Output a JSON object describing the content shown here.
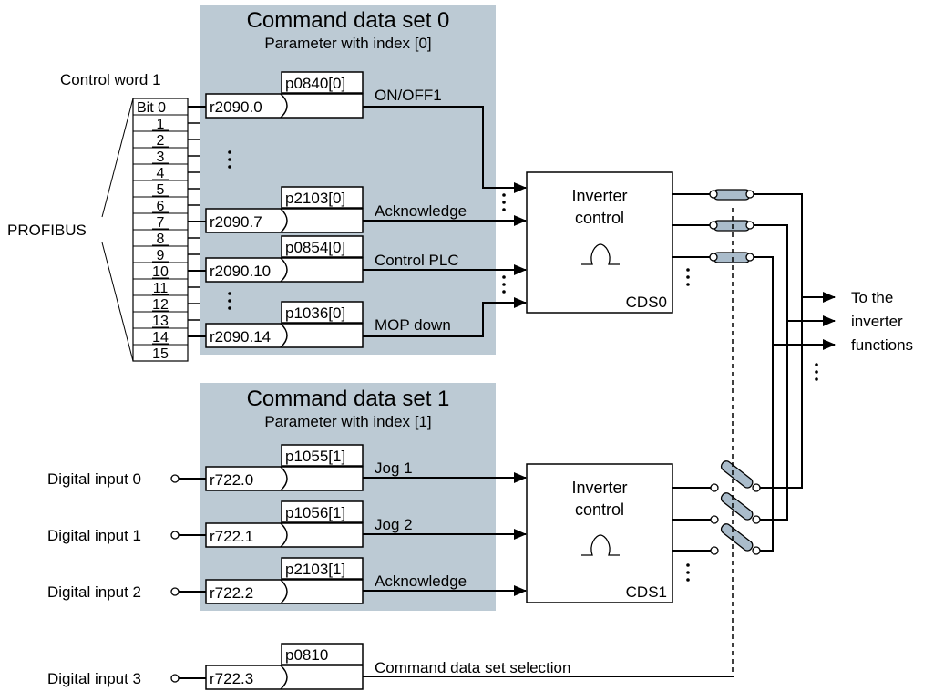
{
  "colors": {
    "panel": "#bccad4",
    "switch_fill": "#aabccb",
    "line": "#000000"
  },
  "cds0": {
    "title": "Command data set 0",
    "subtitle": "Parameter with index [0]",
    "rows": [
      {
        "param": "p0840[0]",
        "source": "r2090.0",
        "signal": "ON/OFF1"
      },
      {
        "param": "p2103[0]",
        "source": "r2090.7",
        "signal": "Acknowledge"
      },
      {
        "param": "p0854[0]",
        "source": "r2090.10",
        "signal": "Control PLC"
      },
      {
        "param": "p1036[0]",
        "source": "r2090.14",
        "signal": "MOP down"
      }
    ]
  },
  "control_word": {
    "label": "Control word 1",
    "bits": [
      "Bit 0",
      "1",
      "2",
      "3",
      "4",
      "5",
      "6",
      "7",
      "8",
      "9",
      "10",
      "11",
      "12",
      "13",
      "14",
      "15"
    ],
    "bus": "PROFIBUS"
  },
  "cds1": {
    "title": "Command data set 1",
    "subtitle": "Parameter with index [1]",
    "rows": [
      {
        "input": "Digital input 0",
        "param": "p1055[1]",
        "source": "r722.0",
        "signal": "Jog 1"
      },
      {
        "input": "Digital input 1",
        "param": "p1056[1]",
        "source": "r722.1",
        "signal": "Jog 2"
      },
      {
        "input": "Digital input 2",
        "param": "p2103[1]",
        "source": "r722.2",
        "signal": "Acknowledge"
      }
    ]
  },
  "inverter0": {
    "line1": "Inverter",
    "line2": "control",
    "tag": "CDS0"
  },
  "inverter1": {
    "line1": "Inverter",
    "line2": "control",
    "tag": "CDS1"
  },
  "selection": {
    "input": "Digital input 3",
    "param": "p0810",
    "source": "r722.3",
    "signal": "Command data set selection"
  },
  "outputs": {
    "line1": "To the",
    "line2": "inverter",
    "line3": "functions"
  }
}
